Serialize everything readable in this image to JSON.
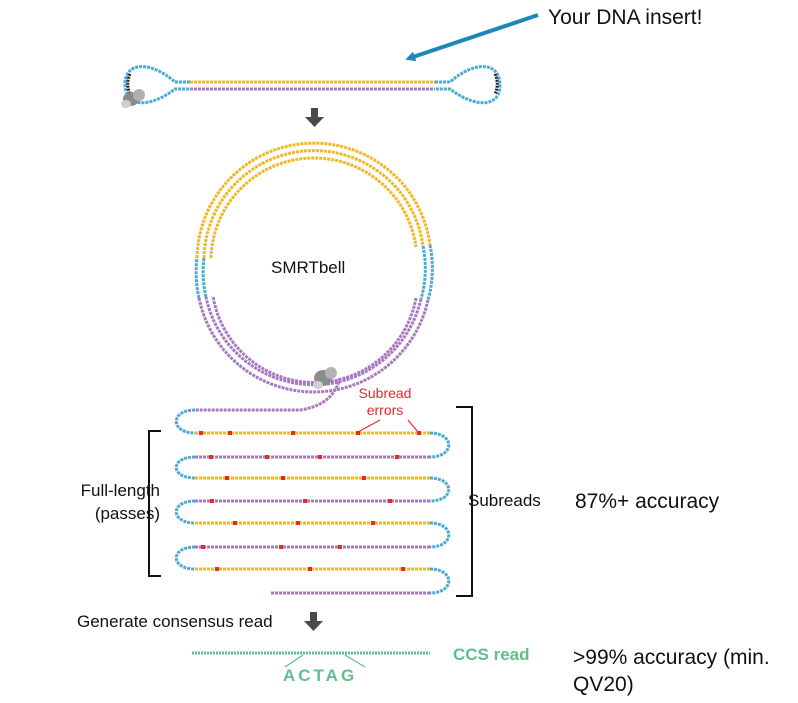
{
  "labels": {
    "insert": "Your DNA insert!",
    "smrtbell": "SMRTbell",
    "subread_errors_1": "Subread",
    "subread_errors_2": "errors",
    "full_length_1": "Full-length",
    "full_length_2": "(passes)",
    "subreads": "Subreads",
    "subread_accuracy": "87%+ accuracy",
    "generate": "Generate consensus read",
    "ccs_read": "CCS read",
    "ccs_accuracy": ">99% accuracy (min. QV20)",
    "sequence": "ACTAG"
  },
  "colors": {
    "insert_top": "#f2b824",
    "insert_bottom": "#a878c2",
    "adapter": "#4aaad6",
    "error": "#e8282b",
    "ccs": "#5ec08a",
    "arrow_blue": "#1f86b8",
    "arrow_dark": "#4a4a4a",
    "polymerase": "#9a9a9a"
  }
}
